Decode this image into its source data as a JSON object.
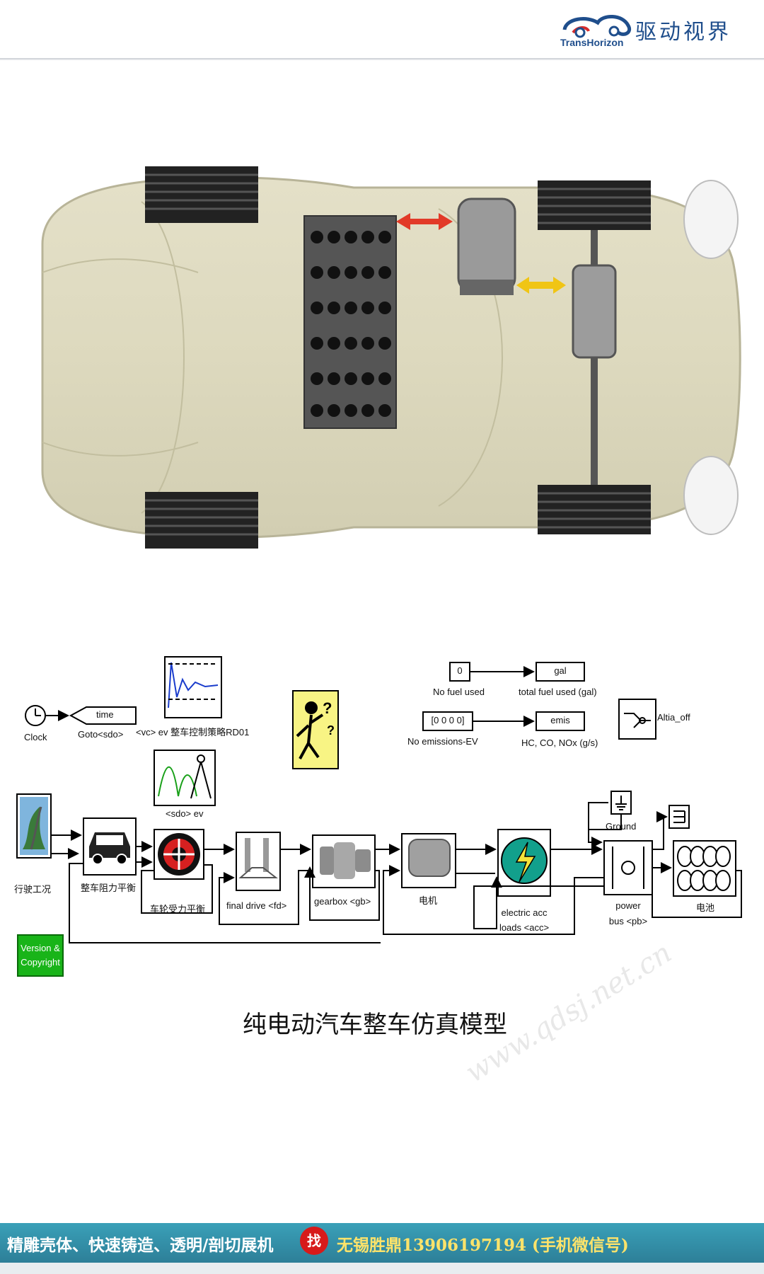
{
  "header": {
    "logo_cn": "驱动视界",
    "logo_en": "TransHorizon"
  },
  "diagram": {
    "clock": "Clock",
    "goto_tag": "time",
    "goto_label": "Goto<sdo>",
    "vc_label": "<vc> ev 整车控制策略RD01",
    "sdo_label": "<sdo> ev",
    "const_fuel_value": "0",
    "const_fuel_label": "No fuel used",
    "fuel_display": "gal",
    "fuel_display_label": "total fuel used (gal)",
    "const_emis_value": "[0 0 0 0]",
    "const_emis_label": "No emissions-EV",
    "emis_display": "emis",
    "emis_display_label": "HC, CO, NOx (g/s)",
    "altia": "Altia_off",
    "drive_cycle": "行驶工况",
    "vehicle": "整车阻力平衡",
    "wheel": "车轮受力平衡",
    "final_drive": "final drive <fd>",
    "gearbox": "gearbox <gb>",
    "motor": "电机",
    "acc_line1": "electric acc",
    "acc_line2": "loads <acc>",
    "ground": "Ground",
    "pb_line1": "power",
    "pb_line2": "bus <pb>",
    "battery": "电池",
    "version_line1": "Version &",
    "version_line2": "Copyright"
  },
  "caption": "纯电动汽车整车仿真模型",
  "watermark": "www.qdsj.net.cn",
  "footer": {
    "left": "精雕壳体、快速铸造、透明/剖切展机",
    "badge": "找",
    "right": "无锡胜鼎13906197194 (手机微信号)"
  }
}
